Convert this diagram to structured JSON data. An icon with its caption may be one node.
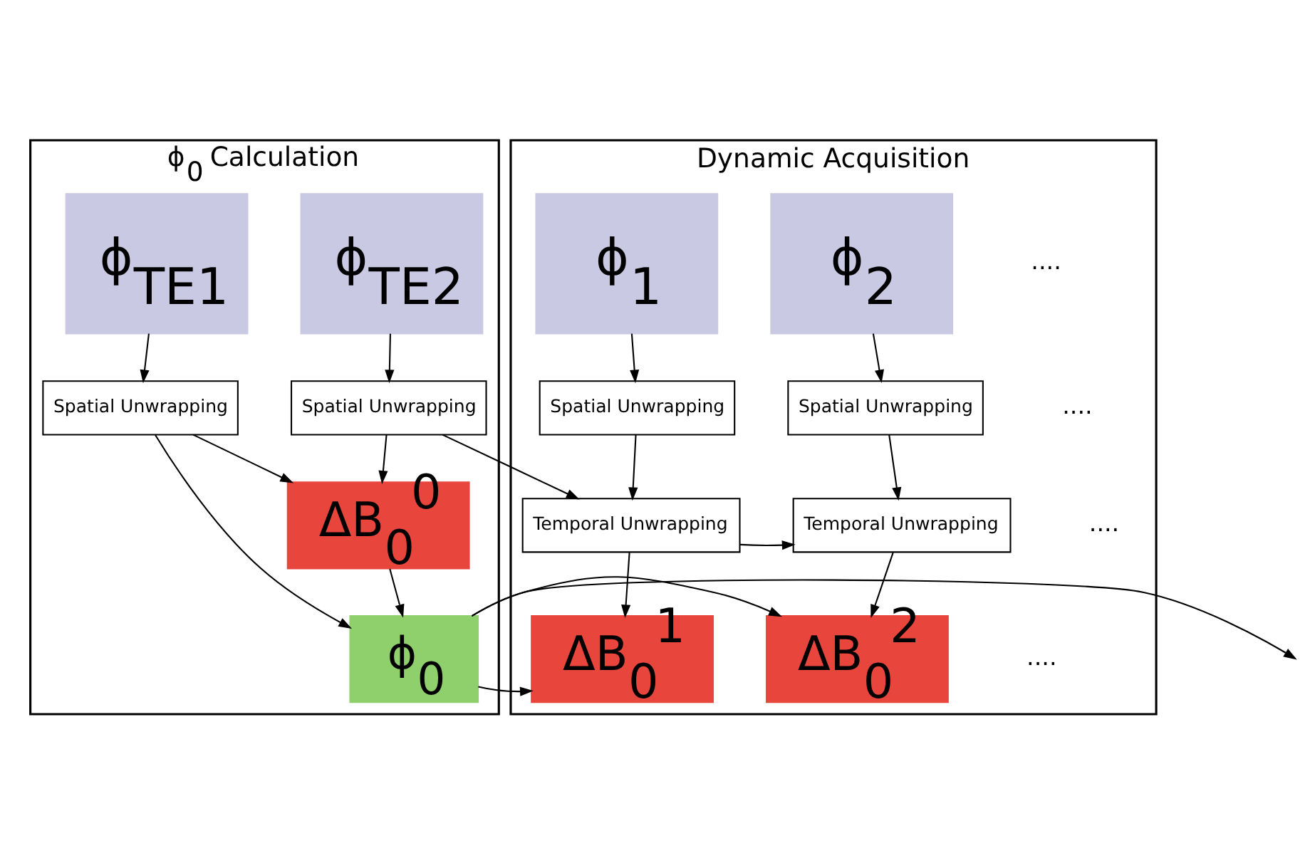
{
  "diagram": {
    "nodes": [
      {
        "text": [
          "ϕ$_{0}$ Calculation"
        ]
      },
      {
        "text": [
          "ϕ$_{TE1}$"
        ],
        "in": 0
      },
      {
        "text": [
          "ϕ$_{TE2}$"
        ],
        "in": 0
      },
      {
        "text": [
          "Spatial Unwrapping"
        ],
        "in": 0
      },
      {
        "text": [
          "Spatial Unwrapping"
        ],
        "in": 0
      },
      {
        "text": [
          "ΔB$_{0}$$^{0}$"
        ],
        "in": 0
      },
      {
        "text": [
          "ϕ$_{0}$"
        ],
        "in": 0
      },
      {
        "text": [
          "Dynamic Acquisition"
        ]
      },
      {
        "text": [
          "ϕ$_{1}$"
        ],
        "in": 7
      },
      {
        "text": [
          "ϕ$_{2}$"
        ],
        "in": 7
      },
      {
        "text": [
          "Spatial Unwrapping"
        ],
        "in": 7
      },
      {
        "text": [
          "Spatial Unwrapping"
        ],
        "in": 7
      },
      {
        "text": [
          "Temporal Unwrapping"
        ],
        "in": 7
      },
      {
        "text": [
          "Temporal Unwrapping"
        ],
        "in": 7
      },
      {
        "text": [
          "ΔB$_{0}$$^{1}$"
        ],
        "in": 7
      },
      {
        "text": [
          "ΔB$_{0}$$^{2}$"
        ],
        "in": 7
      }
    ],
    "edges": [
      {
        "from": 1,
        "to": 3,
        "arrow": "to"
      },
      {
        "from": 2,
        "to": 4,
        "arrow": "to"
      },
      {
        "from": 3,
        "to": 5,
        "arrow": "to"
      },
      {
        "from": 4,
        "to": 5,
        "arrow": "to"
      },
      {
        "from": 3,
        "to": 6,
        "arrow": "to"
      },
      {
        "from": 5,
        "to": 6,
        "arrow": "to"
      },
      {
        "from": 4,
        "to": 12,
        "arrow": "to"
      },
      {
        "from": 8,
        "to": 10,
        "arrow": "to"
      },
      {
        "from": 9,
        "to": 11,
        "arrow": "to"
      },
      {
        "from": 10,
        "to": 12,
        "arrow": "to"
      },
      {
        "from": 11,
        "to": 13,
        "arrow": "to"
      },
      {
        "from": 12,
        "to": 13,
        "arrow": "to"
      },
      {
        "from": 12,
        "to": 14,
        "arrow": "to"
      },
      {
        "from": 13,
        "to": 15,
        "arrow": "to"
      },
      {
        "from": 6,
        "to": 14,
        "arrow": "to"
      },
      {
        "from": 6,
        "to": 15,
        "arrow": "to"
      },
      {
        "from": 6,
        "to": null,
        "arrow": "to"
      }
    ],
    "labels": [
      "....",
      "....",
      "....",
      "...."
    ]
  }
}
